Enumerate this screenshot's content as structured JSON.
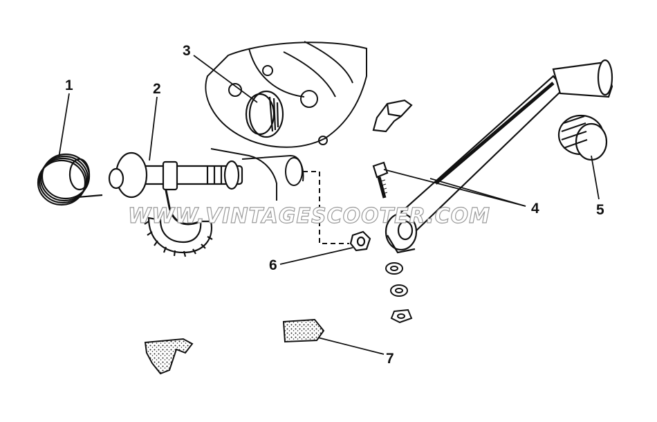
{
  "diagram": {
    "type": "exploded-parts-diagram",
    "callouts": [
      "1",
      "2",
      "3",
      "4",
      "5",
      "6",
      "7"
    ],
    "watermark": "WWW.VINTAGESCOOTER.COM",
    "line_color": "#111111",
    "background": "#ffffff"
  }
}
